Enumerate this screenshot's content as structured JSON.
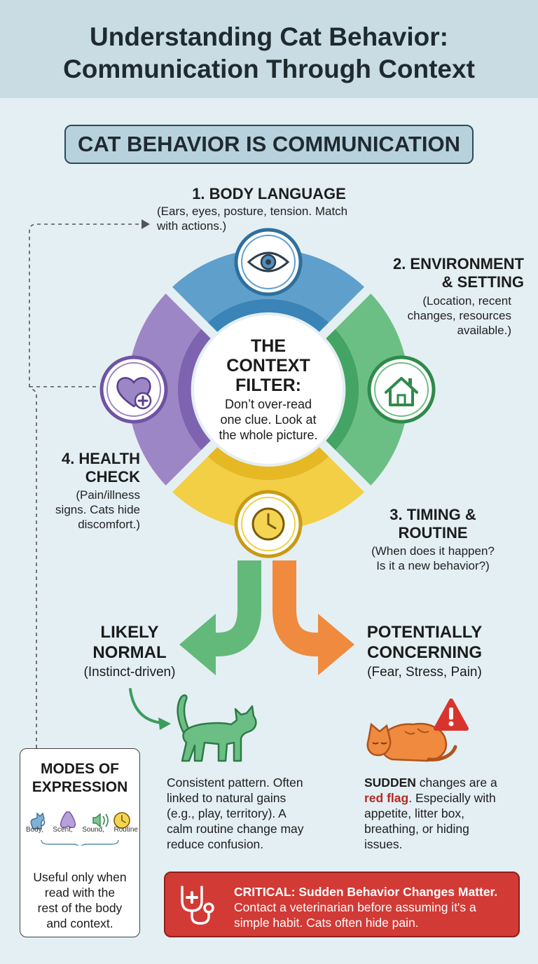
{
  "header": {
    "title_line1": "Understanding Cat Behavior:",
    "title_line2": "Communication Through Context"
  },
  "banner": "CAT BEHAVIOR IS COMMUNICATION",
  "center": {
    "title_line1": "THE",
    "title_line2": "CONTEXT",
    "title_line3": "FILTER:",
    "text_line1": "Don’t over-read",
    "text_line2": "one clue. Look at",
    "text_line3": "the whole picture."
  },
  "segments": {
    "body": {
      "title": "1. BODY LANGUAGE",
      "desc_line1": "(Ears, eyes, posture, tension. Match",
      "desc_line2": "with actions.)",
      "icon": "eye-icon",
      "color": "#5f9fcb"
    },
    "environment": {
      "title_line1": "2. ENVIRONMENT",
      "title_line2": "& SETTING",
      "desc_line1": "(Location, recent",
      "desc_line2": "changes, resources",
      "desc_line3": "available.)",
      "icon": "house-icon",
      "color": "#6cbf84"
    },
    "timing": {
      "title_line1": "3. TIMING &",
      "title_line2": "ROUTINE",
      "desc_line1": "(When does it happen?",
      "desc_line2": "Is it a new behavior?)",
      "icon": "clock-icon",
      "color": "#f2cf45"
    },
    "health": {
      "title_line1": "4. HEALTH",
      "title_line2": "CHECK",
      "desc_line1": "(Pain/illness",
      "desc_line2": "signs. Cats hide",
      "desc_line3": "discomfort.)",
      "icon": "heart-plus-icon",
      "color": "#9d86c5"
    }
  },
  "outcomes": {
    "normal": {
      "title_line1": "LIKELY",
      "title_line2": "NORMAL",
      "sub": "(Instinct-driven)",
      "text_line1": "Consistent pattern. Often",
      "text_line2": "linked to natural gains",
      "text_line3": "(e.g., play, territory). A",
      "text_line4": "calm routine change may",
      "text_line5": "reduce confusion.",
      "color": "#63b97a"
    },
    "concerning": {
      "title_line1": "POTENTIALLY",
      "title_line2": "CONCERNING",
      "sub": "(Fear, Stress, Pain)",
      "text_strong1": "SUDDEN",
      "text_rest1": " changes are a",
      "text_strong2": "red flag",
      "text_rest2": ". Especially with",
      "text_line3": "appetite, litter box,",
      "text_line4": "breathing, or hiding",
      "text_line5": "issues.",
      "color": "#ef8a3f"
    }
  },
  "modes": {
    "title_line1": "MODES OF",
    "title_line2": "EXPRESSION",
    "icons": [
      "cat-icon",
      "nose-icon",
      "speaker-icon",
      "clock-icon"
    ],
    "labels": [
      "Body,",
      "Scent,",
      "Sound,",
      "Routine"
    ],
    "text_line1": "Useful only when",
    "text_line2": "read with the",
    "text_line3": "rest of the body",
    "text_line4": "and context."
  },
  "critical": {
    "title": "CRITICAL: Sudden Behavior Changes Matter.",
    "text_line1": "Contact a veterinarian before assuming it's a",
    "text_line2": "simple habit. Cats often hide pain.",
    "icon": "stethoscope-icon",
    "color": "#d23a35"
  }
}
